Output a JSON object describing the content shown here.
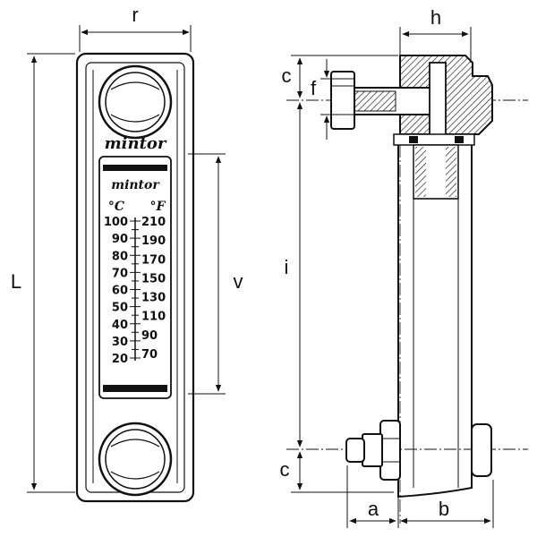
{
  "diagram": {
    "brand": "mintor",
    "dimensions": {
      "r": "r",
      "L": "L",
      "v": "v",
      "h": "h",
      "c_top": "c",
      "f": "f",
      "i": "i",
      "c_bottom": "c",
      "a": "a",
      "b": "b"
    },
    "thermometer": {
      "celsius_unit": "°C",
      "fahrenheit_unit": "°F",
      "celsius": [
        "100",
        "90",
        "80",
        "70",
        "60",
        "50",
        "40",
        "30",
        "20"
      ],
      "fahrenheit": [
        "210",
        "190",
        "170",
        "150",
        "130",
        "110",
        "90",
        "70"
      ]
    },
    "colors": {
      "ink": "#111111",
      "paper": "#ffffff"
    }
  }
}
